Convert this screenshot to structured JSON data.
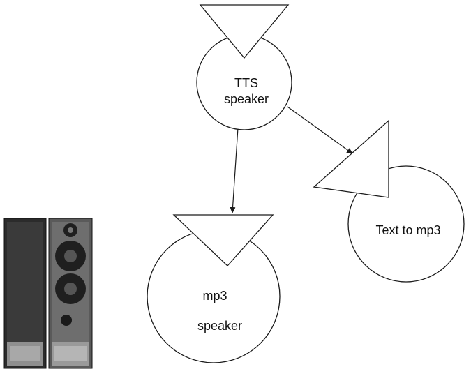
{
  "nodes": {
    "tts": {
      "line1": "TTS",
      "line2": "speaker"
    },
    "text_to_mp3": {
      "label": "Text to mp3"
    },
    "mp3": {
      "line1": "mp3",
      "line2": "speaker"
    }
  },
  "edges": [
    {
      "from": "TTS speaker",
      "to": "mp3 speaker"
    },
    {
      "from": "TTS speaker",
      "to": "Text to mp3"
    }
  ]
}
